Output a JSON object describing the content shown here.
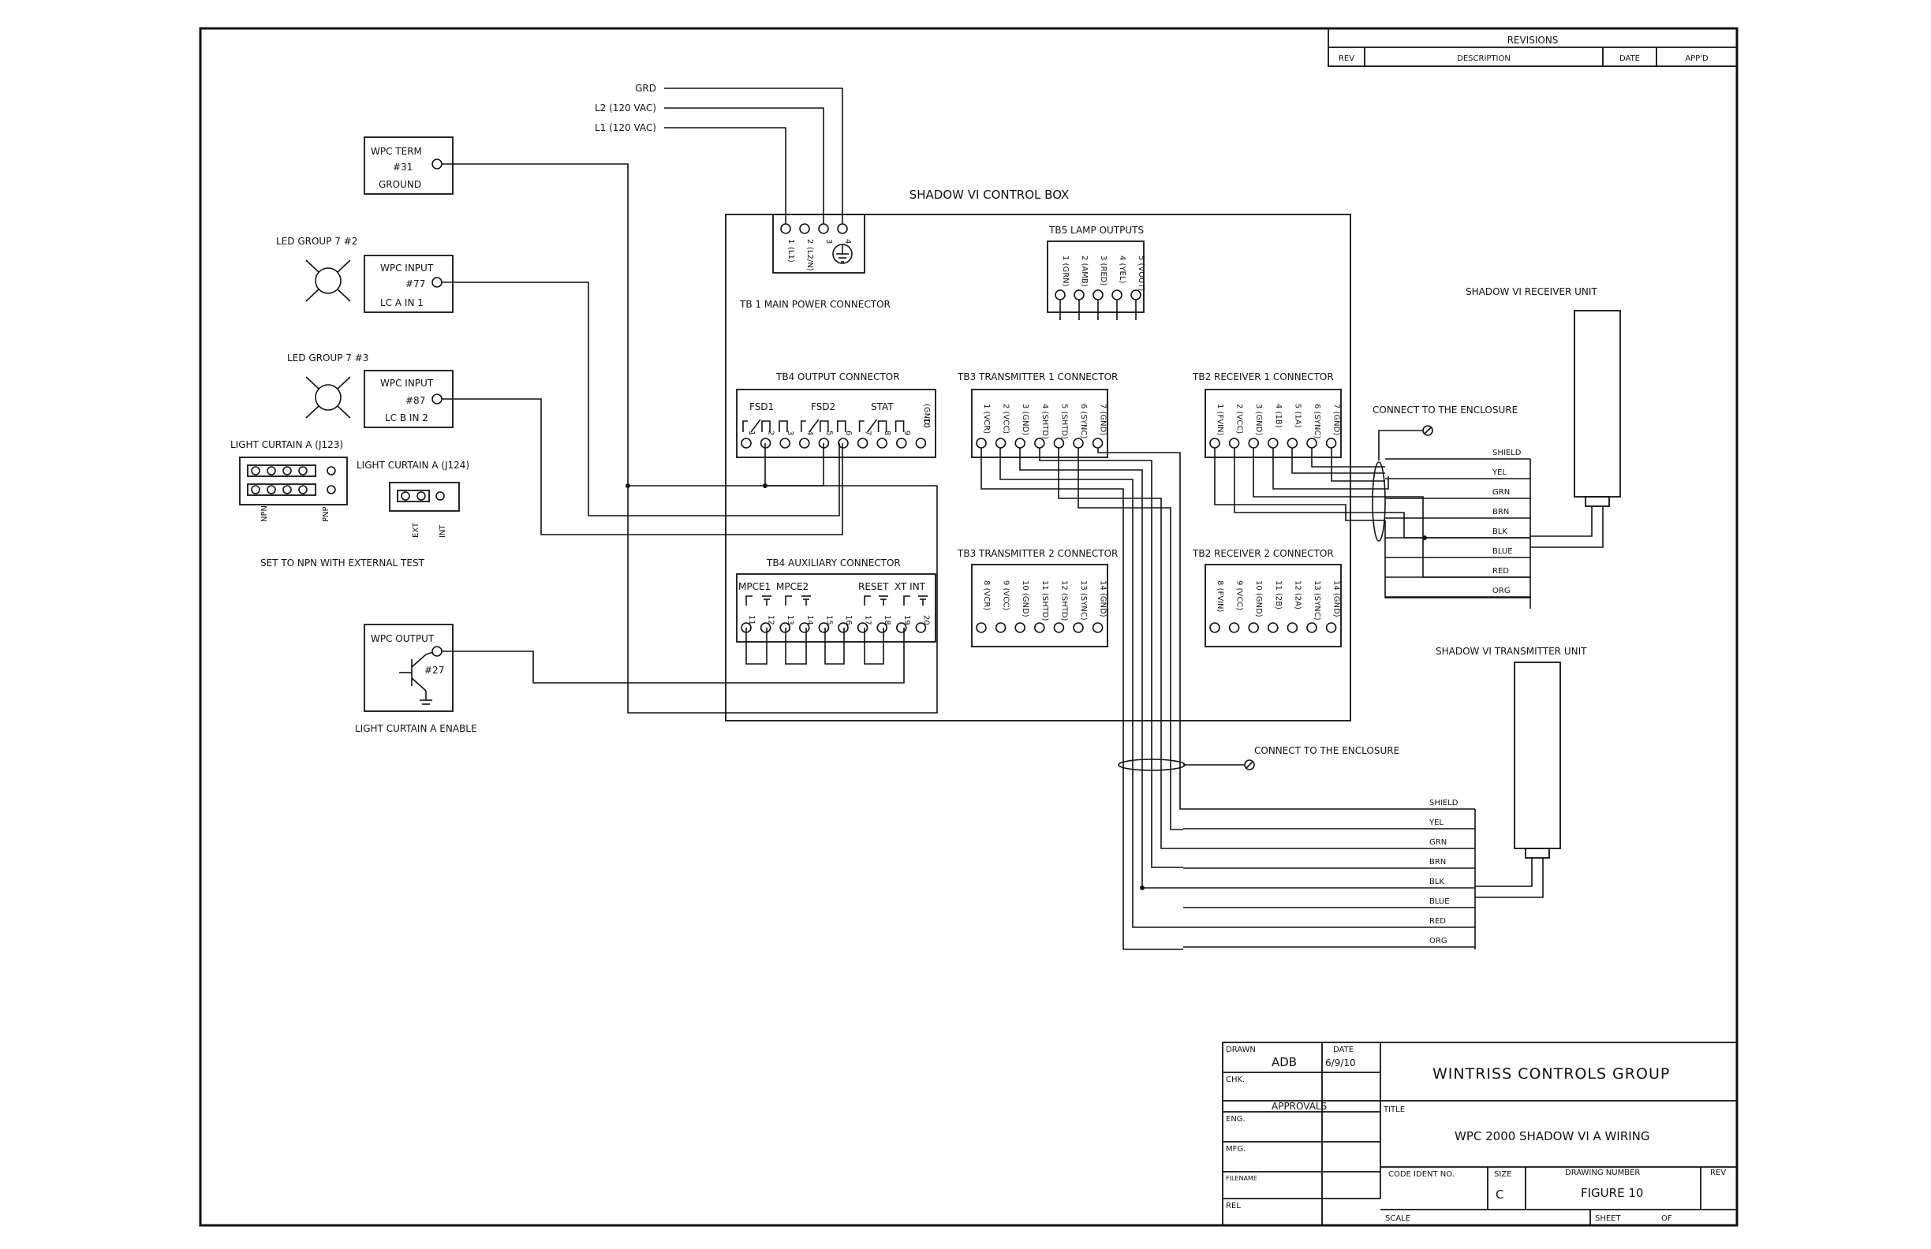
{
  "revisions": {
    "header": "REVISIONS",
    "columns": [
      "REV",
      "DESCRIPTION",
      "DATE",
      "APP'D"
    ]
  },
  "power_lines": [
    "GRD",
    "L2 (120 VAC)",
    "L1 (120 VAC)"
  ],
  "control_box_title": "SHADOW VI CONTROL BOX",
  "wpc_term": {
    "line1": "WPC TERM",
    "line2": "#31",
    "line3": "GROUND"
  },
  "led_group_2": "LED GROUP 7 #2",
  "led_group_3": "LED GROUP 7 #3",
  "wpc_input_77": {
    "line1": "WPC INPUT",
    "line2": "#77",
    "line3": "LC A IN 1"
  },
  "wpc_input_87": {
    "line1": "WPC INPUT",
    "line2": "#87",
    "line3": "LC B IN 2"
  },
  "light_curtain_j123": "LIGHT CURTAIN A (J123)",
  "light_curtain_j124": "LIGHT CURTAIN A (J124)",
  "jumper_labels": {
    "npn": "NPN",
    "pnp": "PNP",
    "ext": "EXT",
    "int": "INT"
  },
  "npn_note": "SET TO NPN WITH EXTERNAL TEST",
  "wpc_output": {
    "line1": "WPC OUTPUT",
    "line2": "#27"
  },
  "light_curtain_enable": "LIGHT CURTAIN A ENABLE",
  "tb1": {
    "label": "TB 1 MAIN POWER CONNECTOR",
    "pins": [
      "1",
      "2",
      "3",
      "4"
    ],
    "pin_labels": [
      "(L1)",
      "(L2/N)",
      "",
      ""
    ]
  },
  "tb5": {
    "label": "TB5 LAMP OUTPUTS",
    "pins": [
      "1",
      "2",
      "3",
      "4",
      "5"
    ],
    "pin_labels": [
      "(GRN)",
      "(AMB)",
      "(RED)",
      "(YEL)",
      "(VOUT)"
    ]
  },
  "tb4_output": {
    "label": "TB4 OUTPUT CONNECTOR",
    "groups": [
      "FSD1",
      "FSD2",
      "STAT"
    ],
    "pins": [
      "1",
      "2",
      "3",
      "4",
      "5",
      "6",
      "7",
      "8",
      "9",
      "10"
    ],
    "gnd_label": "(GND)"
  },
  "tb3_tx1": {
    "label": "TB3 TRANSMITTER 1 CONNECTOR",
    "pins": [
      "1",
      "2",
      "3",
      "4",
      "5",
      "6",
      "7"
    ],
    "pin_labels": [
      "(VCR)",
      "(VCC)",
      "(GND)",
      "(SHTD)",
      "(SHTD)",
      "(SYNC)",
      "(GND)"
    ]
  },
  "tb2_rx1": {
    "label": "TB2 RECEIVER 1 CONNECTOR",
    "pins": [
      "1",
      "2",
      "3",
      "4",
      "5",
      "6",
      "7"
    ],
    "pin_labels": [
      "(FVIN)",
      "(VCC)",
      "(GND)",
      "(1B)",
      "(1A)",
      "(SYNC)",
      "(GND)"
    ]
  },
  "tb4_aux": {
    "label": "TB4 AUXILIARY CONNECTOR",
    "groups": [
      "MPCE1",
      "MPCE2",
      "RESET",
      "XT INT"
    ],
    "pins": [
      "11",
      "12",
      "13",
      "14",
      "15",
      "16",
      "17",
      "18",
      "19",
      "20"
    ]
  },
  "tb3_tx2": {
    "label": "TB3 TRANSMITTER 2 CONNECTOR",
    "pins": [
      "8",
      "9",
      "10",
      "11",
      "12",
      "13",
      "14"
    ],
    "pin_labels": [
      "(VCR)",
      "(VCC)",
      "(GND)",
      "(SHTD)",
      "(SHTD)",
      "(SYNC)",
      "(GND)"
    ]
  },
  "tb2_rx2": {
    "label": "TB2 RECEIVER 2 CONNECTOR",
    "pins": [
      "8",
      "9",
      "10",
      "11",
      "12",
      "13",
      "14"
    ],
    "pin_labels": [
      "(FVIN)",
      "(VCC)",
      "(GND)",
      "(2B)",
      "(2A)",
      "(SYNC)",
      "(GND)"
    ]
  },
  "receiver_unit": "SHADOW VI RECEIVER UNIT",
  "transmitter_unit": "SHADOW VI TRANSMITTER UNIT",
  "connect_enclosure": "CONNECT TO THE ENCLOSURE",
  "wire_colors": [
    "SHIELD",
    "YEL",
    "GRN",
    "BRN",
    "BLK",
    "BLUE",
    "RED",
    "ORG"
  ],
  "title_block": {
    "drawn_label": "DRAWN",
    "drawn_by": "ADB",
    "date_label": "DATE",
    "date": "6/9/10",
    "chk_label": "CHK.",
    "approvals_label": "APPROVALS",
    "eng_label": "ENG.",
    "mfg_label": "MFG.",
    "filename_label": "FILENAME",
    "rel_label": "REL",
    "company": "WINTRISS CONTROLS GROUP",
    "title_label": "TITLE",
    "title": "WPC 2000 SHADOW  VI  A WIRING",
    "code_label": "CODE IDENT NO.",
    "size_label": "SIZE",
    "size": "C",
    "drawing_number_label": "DRAWING NUMBER",
    "drawing_number": "FIGURE 10",
    "rev_label": "REV",
    "scale_label": "SCALE",
    "sheet_label": "SHEET",
    "of_label": "OF"
  }
}
